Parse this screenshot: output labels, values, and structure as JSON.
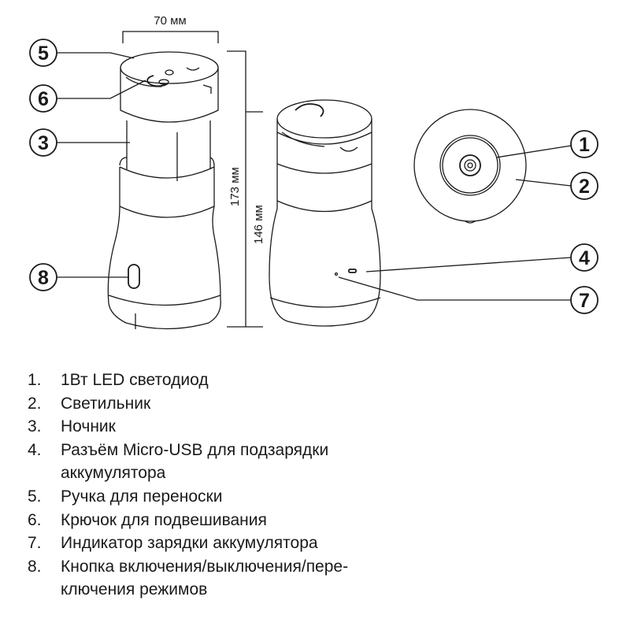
{
  "dimensions": {
    "width": "70 мм",
    "height_total": "173 мм",
    "height_body": "146 мм"
  },
  "callouts": [
    "1",
    "2",
    "3",
    "4",
    "5",
    "6",
    "7",
    "8"
  ],
  "legend": [
    {
      "num": "1.",
      "text": "1Вт LED светодиод"
    },
    {
      "num": "2.",
      "text": "Светильник"
    },
    {
      "num": "3.",
      "text": "Ночник"
    },
    {
      "num": "4.",
      "text": "Разъём Micro-USB для подзарядки",
      "text2": "аккумулятора"
    },
    {
      "num": "5.",
      "text": "Ручка для переноски"
    },
    {
      "num": "6.",
      "text": "Крючок для подвешивания"
    },
    {
      "num": "7.",
      "text": "Индикатор зарядки аккумулятора"
    },
    {
      "num": "8.",
      "text": "Кнопка включения/выключения/пере-",
      "text2": "ключения режимов"
    }
  ]
}
